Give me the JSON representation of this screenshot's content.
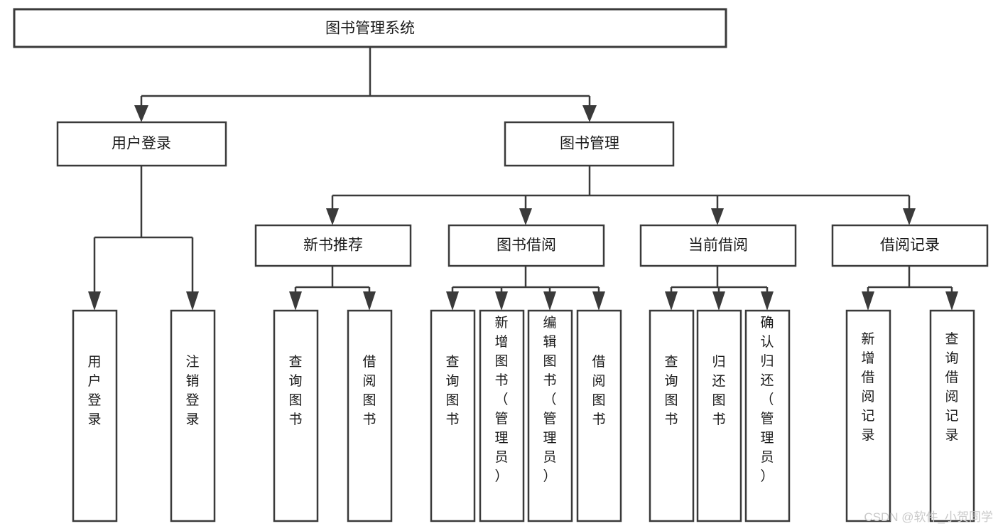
{
  "diagram": {
    "type": "tree-flowchart",
    "orientation": "top-down",
    "root": {
      "id": "root",
      "label": "图书管理系统"
    },
    "level2": [
      {
        "id": "user-login",
        "label": "用户登录"
      },
      {
        "id": "book-management",
        "label": "图书管理"
      }
    ],
    "level3": [
      {
        "id": "new-book-recommend",
        "label": "新书推荐",
        "parent": "book-management"
      },
      {
        "id": "book-borrow",
        "label": "图书借阅",
        "parent": "book-management"
      },
      {
        "id": "current-borrow",
        "label": "当前借阅",
        "parent": "book-management"
      },
      {
        "id": "borrow-record",
        "label": "借阅记录",
        "parent": "book-management"
      }
    ],
    "leaves": {
      "user-login": [
        {
          "id": "leaf-user-login",
          "label": "用户登录"
        },
        {
          "id": "leaf-logout",
          "label": "注销登录"
        }
      ],
      "new-book-recommend": [
        {
          "id": "leaf-query-book-1",
          "label": "查询图书"
        },
        {
          "id": "leaf-borrow-book-1",
          "label": "借阅图书"
        }
      ],
      "book-borrow": [
        {
          "id": "leaf-query-book-2",
          "label": "查询图书"
        },
        {
          "id": "leaf-add-book",
          "label": "新增图书（管理员）"
        },
        {
          "id": "leaf-edit-book",
          "label": "编辑图书（管理员）"
        },
        {
          "id": "leaf-borrow-book-2",
          "label": "借阅图书"
        }
      ],
      "current-borrow": [
        {
          "id": "leaf-query-book-3",
          "label": "查询图书"
        },
        {
          "id": "leaf-return-book",
          "label": "归还图书"
        },
        {
          "id": "leaf-confirm-return",
          "label": "确认归还（管理员）"
        }
      ],
      "borrow-record": [
        {
          "id": "leaf-add-record",
          "label": "新增借阅记录"
        },
        {
          "id": "leaf-query-record",
          "label": "查询借阅记录"
        }
      ]
    },
    "colors": {
      "stroke": "#3a3a3a",
      "fill": "#ffffff",
      "text": "#1a1a1a",
      "watermark": "#c9c9c9"
    }
  },
  "watermark": {
    "text": "CSDN @软件_小贺同学"
  }
}
